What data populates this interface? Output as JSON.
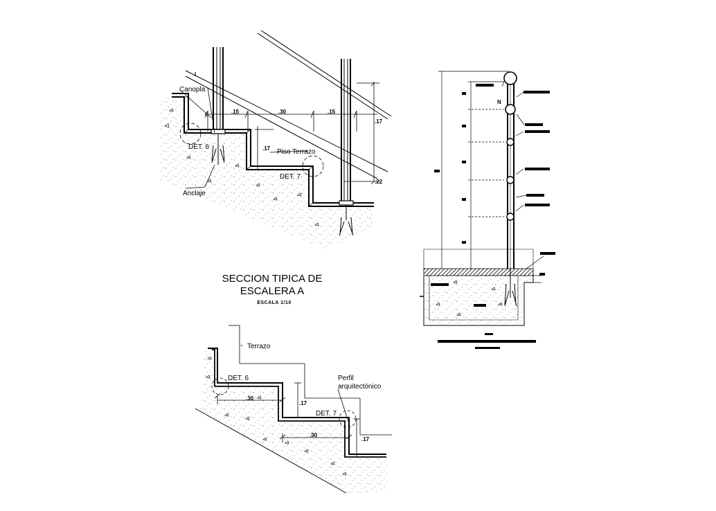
{
  "top_section": {
    "labels": {
      "canopla": "Canopla",
      "det6": "DET. 6",
      "piso_terrazo": "Piso Terrazo",
      "det7": "DET. 7",
      "anclaje": "Anclaje"
    },
    "dims": {
      "d_15_left": ".15",
      "d_30": ".30",
      "d_15_right": ".15",
      "d_17_right": ".17",
      "d_17_mid": ".17",
      "d_22": ".22"
    }
  },
  "title": {
    "line1": "SECCION TIPICA DE",
    "line2": "ESCALERA A",
    "scale": "ESCALA 1/10"
  },
  "bottom_section": {
    "labels": {
      "terrazo": "Terrazo",
      "det6": "DET. 6",
      "perfil_1": "Perfil",
      "perfil_2": "arquitectónico",
      "det7": "DET. 7"
    },
    "dims": {
      "d_30_a": ".30",
      "d_17_a": ".17",
      "d_30_b": ".30",
      "d_17_b": ".17"
    }
  },
  "right_detail": {
    "marker": "N"
  }
}
